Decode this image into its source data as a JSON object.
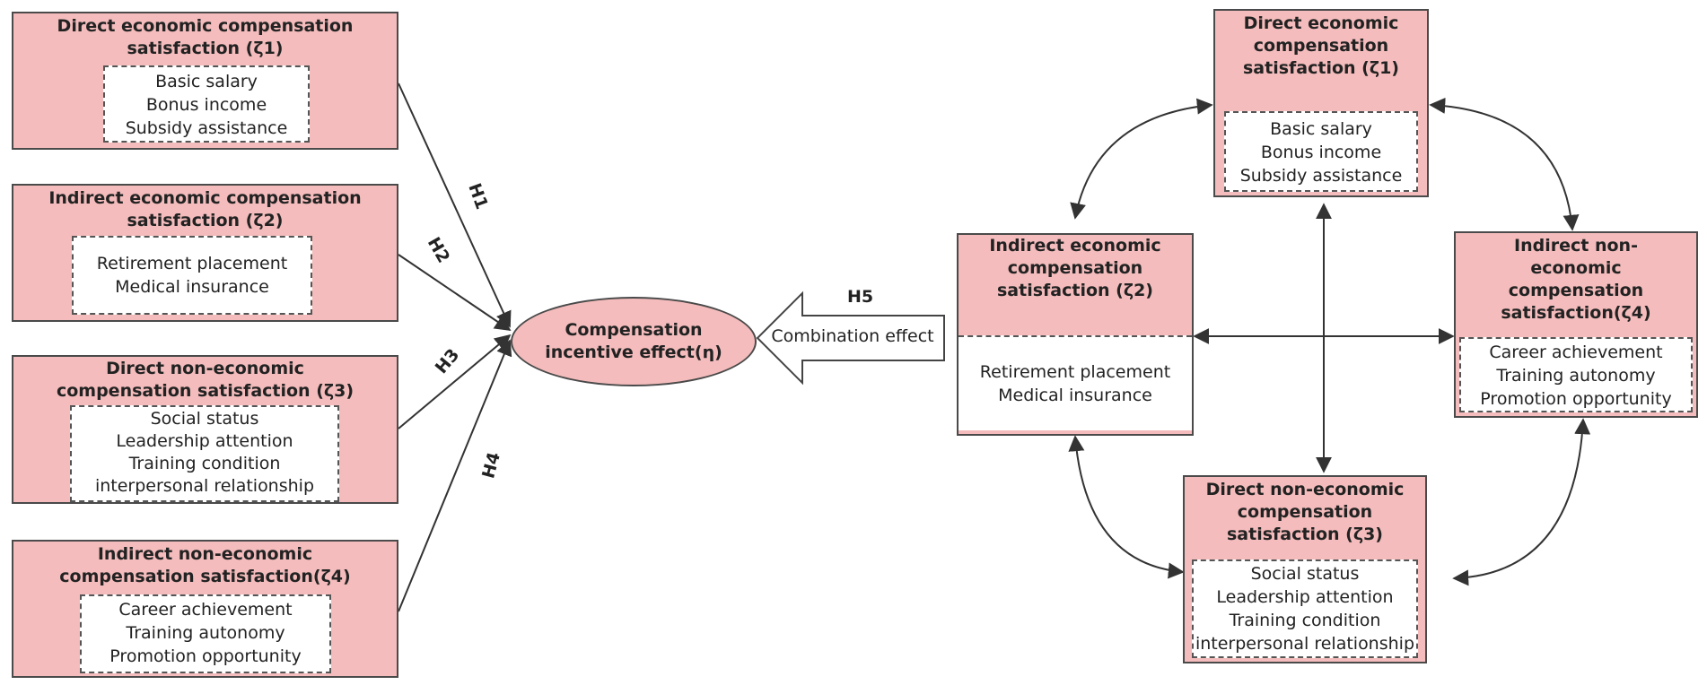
{
  "left": {
    "z1": {
      "title_lines": [
        "Direct economic compensation",
        "satisfaction (ζ1)"
      ],
      "items": [
        "Basic salary",
        "Bonus income",
        "Subsidy assistance"
      ]
    },
    "z2": {
      "title_lines": [
        "Indirect economic compensation",
        "satisfaction (ζ2)"
      ],
      "items": [
        "Retirement placement",
        "Medical insurance"
      ]
    },
    "z3": {
      "title_lines": [
        "Direct non-economic",
        "compensation satisfaction (ζ3)"
      ],
      "items": [
        "Social status",
        "Leadership attention",
        "Training condition",
        "interpersonal relationship"
      ]
    },
    "z4": {
      "title_lines": [
        "Indirect non-economic",
        "compensation satisfaction(ζ4)"
      ],
      "items": [
        "Career achievement",
        "Training autonomy",
        "Promotion opportunity"
      ]
    }
  },
  "center": {
    "ellipse_lines": [
      "Compensation",
      "incentive effect(η)"
    ],
    "combo_label": "Combination effect",
    "h5": "H5"
  },
  "hypotheses": [
    "H1",
    "H2",
    "H3",
    "H4"
  ],
  "right": {
    "z1": {
      "title_lines": [
        "Direct economic",
        "compensation",
        "satisfaction (ζ1)"
      ],
      "items": [
        "Basic salary",
        "Bonus income",
        "Subsidy assistance"
      ]
    },
    "z2": {
      "title_lines": [
        "Indirect economic",
        "compensation",
        "satisfaction (ζ2)"
      ],
      "items": [
        "Retirement placement",
        "Medical insurance"
      ]
    },
    "z3": {
      "title_lines": [
        "Direct non-economic",
        "compensation",
        "satisfaction (ζ3)"
      ],
      "items": [
        "Social status",
        "Leadership attention",
        "Training condition",
        "interpersonal relationship"
      ]
    },
    "z4": {
      "title_lines": [
        "Indirect non-",
        "economic",
        "compensation",
        "satisfaction(ζ4)"
      ],
      "items": [
        "Career achievement",
        "Training autonomy",
        "Promotion opportunity"
      ]
    }
  },
  "colors": {
    "box_fill": "#f4bcbc",
    "border": "#4a4a4a",
    "line": "#333333"
  }
}
